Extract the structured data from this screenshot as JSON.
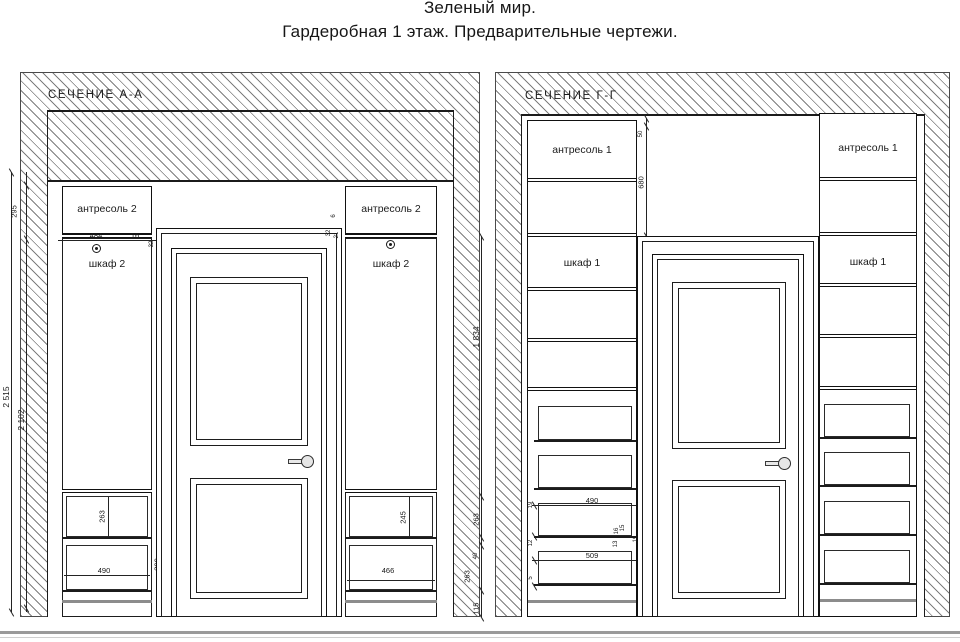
{
  "title": {
    "line1": "Зеленый мир.",
    "line2": "Гардеробная 1 этаж. Предварительные чертежи."
  },
  "drawings": [
    {
      "id": "section-aa",
      "section_label": "СЕЧЕНИЕ А-А",
      "cabinets": [
        {
          "id": "left",
          "top_label": "антресоль 2",
          "main_label": "шкаф 2"
        },
        {
          "id": "right",
          "top_label": "антресоль 2",
          "main_label": "шкаф 2"
        }
      ],
      "dimensions": {
        "left_outer": "2 515",
        "left_inner": "2 102",
        "left_top": "295",
        "right_main": "1 834",
        "right_stack": [
          "263",
          "40",
          "263",
          "115"
        ],
        "top_left_width": "484",
        "top_left_gap": "16",
        "drawer_left_height": "263",
        "drawer_left_width": "490",
        "drawer_left_depth": "300",
        "drawer_right_height": "245",
        "drawer_right_width": "466",
        "small_left": [
          "32",
          "21"
        ],
        "small_right": [
          "6",
          "32",
          "21"
        ]
      }
    },
    {
      "id": "section-gg",
      "section_label": "СЕЧЕНИЕ Г-Г",
      "cabinets": [
        {
          "id": "left",
          "top_label": "антресоль 1",
          "main_label": "шкаф 1"
        },
        {
          "id": "right",
          "top_label": "антресоль 1",
          "main_label": "шкаф 1"
        }
      ],
      "dimensions": {
        "top_gap": "50",
        "antresol_height": "680",
        "drawer_width_upper": "490",
        "drawer_width_lower": "509",
        "small": [
          "19",
          "12",
          "16",
          "15",
          "13",
          "19",
          "5"
        ]
      }
    }
  ],
  "colors": {
    "line": "#1b1b1b",
    "hatch": "#7e7e7e",
    "dim": "#232323",
    "floor": "#9a9a9a"
  }
}
